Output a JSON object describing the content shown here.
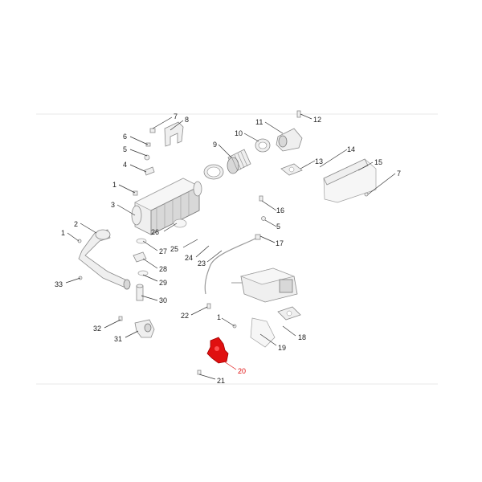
{
  "diagram": {
    "highlight_color": "#e01010",
    "callouts": [
      {
        "id": "c7a",
        "label": "7"
      },
      {
        "id": "c8",
        "label": "8"
      },
      {
        "id": "c6",
        "label": "6"
      },
      {
        "id": "c5a",
        "label": "5"
      },
      {
        "id": "c4",
        "label": "4"
      },
      {
        "id": "c1a",
        "label": "1"
      },
      {
        "id": "c3",
        "label": "3"
      },
      {
        "id": "c9",
        "label": "9"
      },
      {
        "id": "c10",
        "label": "10"
      },
      {
        "id": "c11",
        "label": "11"
      },
      {
        "id": "c12",
        "label": "12"
      },
      {
        "id": "c13",
        "label": "13"
      },
      {
        "id": "c14",
        "label": "14"
      },
      {
        "id": "c15",
        "label": "15"
      },
      {
        "id": "c7b",
        "label": "7"
      },
      {
        "id": "c16",
        "label": "16"
      },
      {
        "id": "c5b",
        "label": "5"
      },
      {
        "id": "c17",
        "label": "17"
      },
      {
        "id": "c2",
        "label": "2"
      },
      {
        "id": "c1b",
        "label": "1"
      },
      {
        "id": "c26",
        "label": "26"
      },
      {
        "id": "c25",
        "label": "25"
      },
      {
        "id": "c27",
        "label": "27"
      },
      {
        "id": "c24",
        "label": "24"
      },
      {
        "id": "c23",
        "label": "23"
      },
      {
        "id": "c28",
        "label": "28"
      },
      {
        "id": "c29",
        "label": "29"
      },
      {
        "id": "c33",
        "label": "33"
      },
      {
        "id": "c30",
        "label": "30"
      },
      {
        "id": "c22",
        "label": "22"
      },
      {
        "id": "c1c",
        "label": "1"
      },
      {
        "id": "c18",
        "label": "18"
      },
      {
        "id": "c32",
        "label": "32"
      },
      {
        "id": "c31",
        "label": "31"
      },
      {
        "id": "c19",
        "label": "19"
      },
      {
        "id": "c20",
        "label": "20",
        "highlighted": true
      },
      {
        "id": "c21",
        "label": "21"
      }
    ]
  }
}
